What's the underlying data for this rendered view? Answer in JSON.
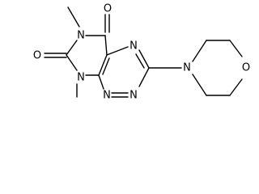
{
  "atoms": [
    {
      "id": "O_top",
      "label": "O"
    },
    {
      "id": "N_methyl_top",
      "label": "N"
    },
    {
      "id": "O_left",
      "label": "O"
    },
    {
      "id": "N_ring_upper_right",
      "label": "N"
    },
    {
      "id": "N_morpholine",
      "label": "N"
    },
    {
      "id": "O_morpholine",
      "label": "O"
    },
    {
      "id": "N_methyl_bottom",
      "label": "N"
    },
    {
      "id": "N_triazine_1",
      "label": "N"
    },
    {
      "id": "N_triazine_2",
      "label": "N"
    }
  ]
}
